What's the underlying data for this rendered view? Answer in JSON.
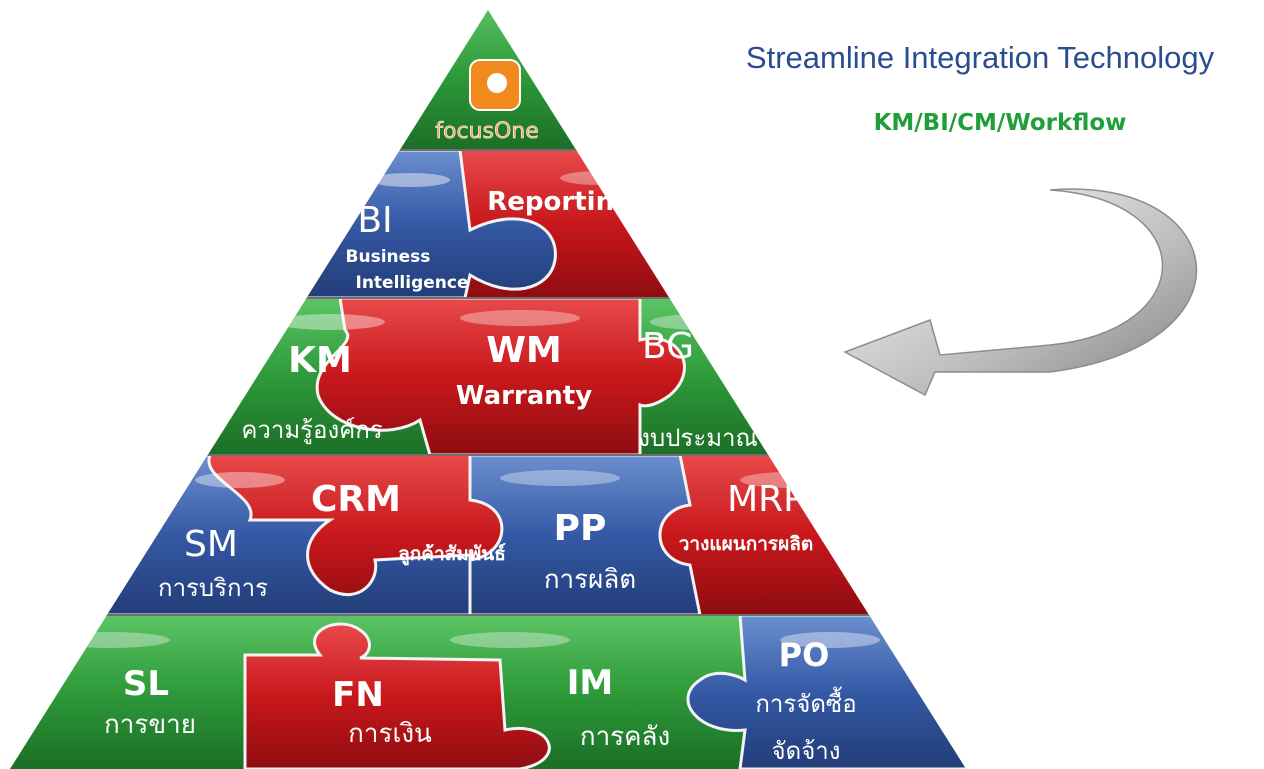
{
  "header": {
    "title": "Streamline Integration Technology",
    "subtitle": "KM/BI/CM/Workflow"
  },
  "logo": {
    "text": "focusOne"
  },
  "colors": {
    "green": "#2e9a3a",
    "red": "#c8181c",
    "blue": "#3559a5",
    "title_blue": "#2a4d8f",
    "subtitle_green": "#1f9e3a",
    "logo_orange": "#f08a1d",
    "arrow_gray": "#9a9a9a"
  },
  "modules": {
    "reporting": {
      "code": "Reporting"
    },
    "bi": {
      "code": "BI",
      "line1": "Business",
      "line2": "Intelligence"
    },
    "km": {
      "code": "KM",
      "thai": "ความรู้องค์กร"
    },
    "wm": {
      "code": "WM",
      "sub": "Warranty"
    },
    "bg": {
      "code": "BG",
      "thai": "งบประมาณ"
    },
    "sm": {
      "code": "SM",
      "thai": "การบริการ"
    },
    "crm": {
      "code": "CRM",
      "thai": "ลูกค้าสัมพันธ์"
    },
    "pp": {
      "code": "PP",
      "thai": "การผลิต"
    },
    "mrp": {
      "code": "MRP",
      "thai": "วางแผนการผลิต"
    },
    "sl": {
      "code": "SL",
      "thai": "การขาย"
    },
    "fn": {
      "code": "FN",
      "thai": "การเงิน"
    },
    "im": {
      "code": "IM",
      "thai": "การคลัง"
    },
    "po": {
      "code": "PO",
      "thai_line1": "การจัดซื้อ",
      "thai_line2": "จัดจ้าง"
    }
  }
}
